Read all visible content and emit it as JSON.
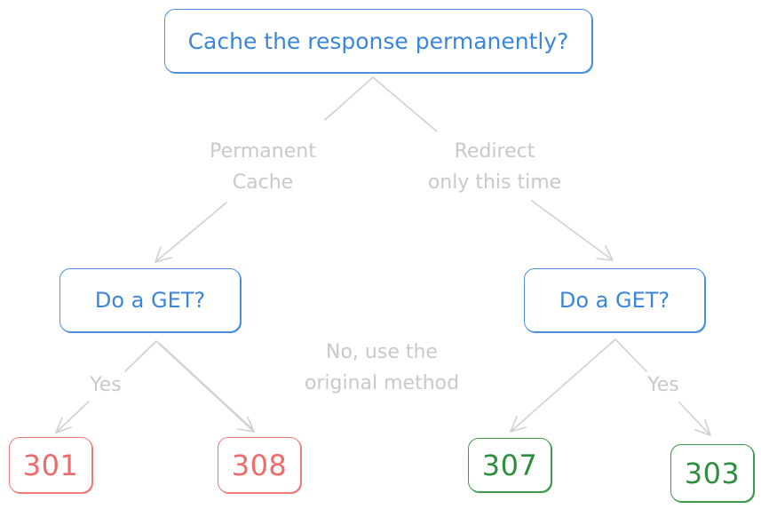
{
  "nodes": {
    "root": "Cache the response permanently?",
    "left_question": "Do a GET?",
    "right_question": "Do a GET?",
    "code_301": "301",
    "code_308": "308",
    "code_307": "307",
    "code_303": "303"
  },
  "edge_labels": {
    "permanent": "Permanent\nCache",
    "redirect": "Redirect\nonly this time",
    "yes_left": "Yes",
    "no_original": "No, use the\noriginal method",
    "yes_right": "Yes"
  },
  "colors": {
    "question": "#4a90e2",
    "permanent_codes": "#f07a7a",
    "temporary_codes": "#3c9a4a",
    "edges": "#d0d0d0",
    "edge_labels": "#c9c9c9"
  }
}
